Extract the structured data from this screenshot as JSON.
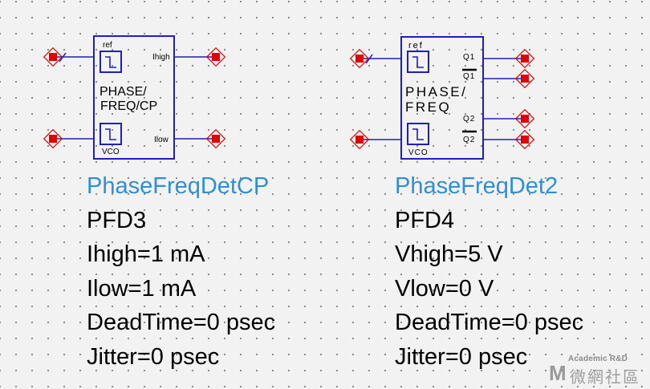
{
  "colors": {
    "wire": "#1f1fbd",
    "block_border": "#1f1fbd",
    "pin_fill": "#e00000",
    "title": "#2f8fd4",
    "canvas": "#f2f2f2"
  },
  "components": [
    {
      "pins": {
        "in_top": "ref",
        "in_bottom": "VCO",
        "out_top": "Ihigh",
        "out_bottom": "Ilow"
      },
      "body_line1": "PHASE/",
      "body_line2": "FREQ/CP",
      "params": [
        "PhaseFreqDetCP",
        "PFD3",
        "Ihigh=1 mA",
        "Ilow=1 mA",
        "DeadTime=0 psec",
        "Jitter=0 psec"
      ]
    },
    {
      "pins": {
        "in_top": "ref",
        "in_bottom": "VCO",
        "out_1": "Q1",
        "out_2": "Q1",
        "out_3": "Q2",
        "out_4": "Q2"
      },
      "body_line1": "PHASE/",
      "body_line2": "FREQ",
      "params": [
        "PhaseFreqDet2",
        "PFD4",
        "Vhigh=5 V",
        "Vlow=0 V",
        "DeadTime=0 psec",
        "Jitter=0 psec"
      ]
    }
  ],
  "watermark": {
    "top_text": "Academic R&D",
    "cn_text": "微網社區",
    "mark": "M"
  },
  "icons": [
    "pin-marker-icon",
    "flipflop-icon",
    "bus-slash-icon"
  ]
}
